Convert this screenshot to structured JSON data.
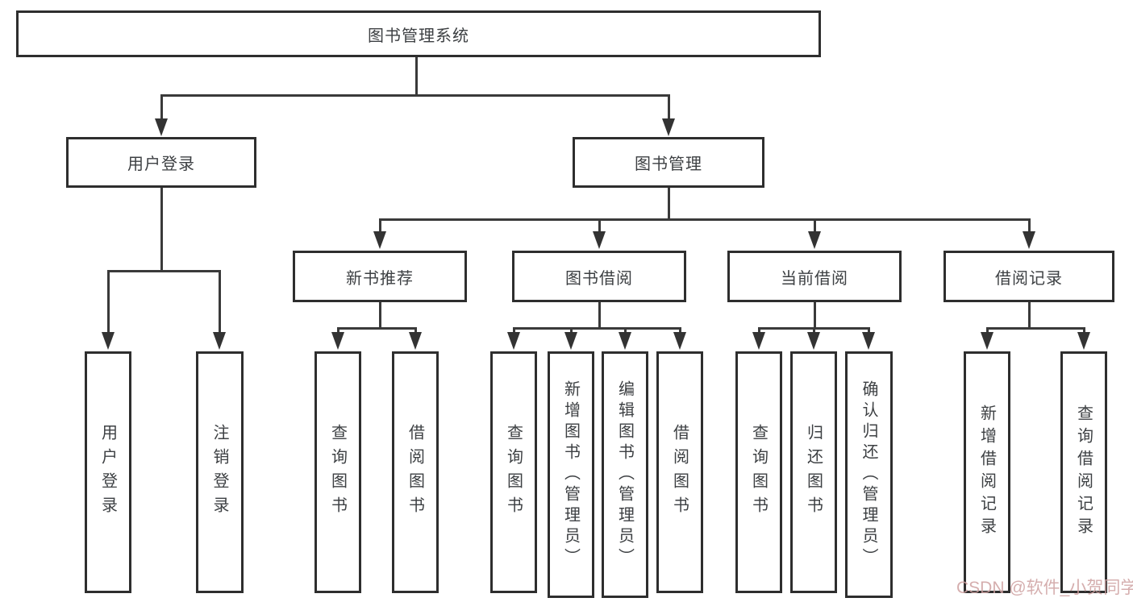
{
  "diagram": {
    "root": {
      "label": "图书管理系统"
    },
    "branches": [
      {
        "label": "用户登录",
        "children": [
          {
            "label": "用户登录"
          },
          {
            "label": "注销登录"
          }
        ]
      },
      {
        "label": "图书管理",
        "children": [
          {
            "label": "新书推荐",
            "children": [
              {
                "label": "查询图书"
              },
              {
                "label": "借阅图书"
              }
            ]
          },
          {
            "label": "图书借阅",
            "children": [
              {
                "label": "查询图书"
              },
              {
                "label": "新增图书（管理员）"
              },
              {
                "label": "编辑图书（管理员）"
              },
              {
                "label": "借阅图书"
              }
            ]
          },
          {
            "label": "当前借阅",
            "children": [
              {
                "label": "查询图书"
              },
              {
                "label": "归还图书"
              },
              {
                "label": "确认归还（管理员）"
              }
            ]
          },
          {
            "label": "借阅记录",
            "children": [
              {
                "label": "新增借阅记录"
              },
              {
                "label": "查询借阅记录"
              }
            ]
          }
        ]
      }
    ],
    "watermark": "CSDN @软件_小贺同学",
    "colors": {
      "line": "#3a3a3a",
      "box_border": "#2e2e2e",
      "text": "#3d4043",
      "watermark": "#cea0a0",
      "background": "#ffffff"
    }
  }
}
